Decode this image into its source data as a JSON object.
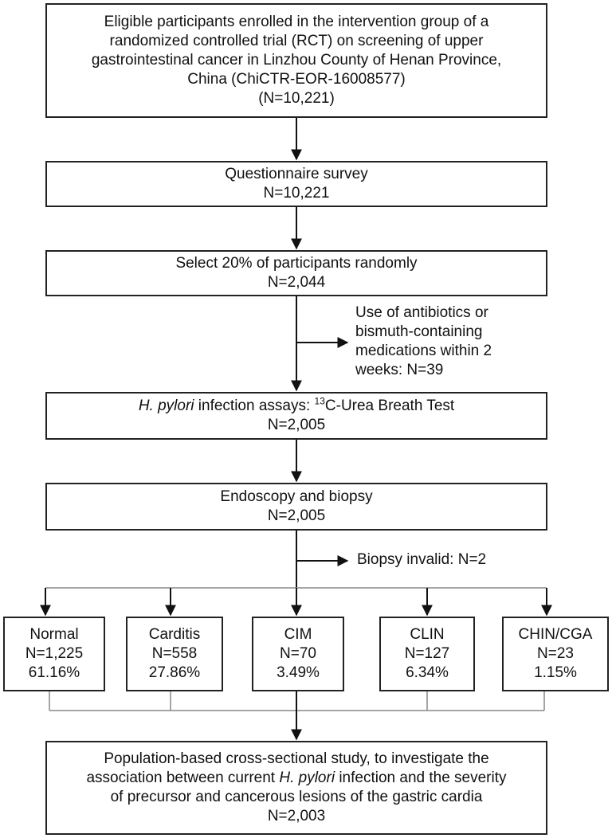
{
  "boxes": {
    "enrolled": {
      "lines": [
        "Eligible participants enrolled in the intervention group of a",
        "randomized controlled trial (RCT) on screening of upper",
        "gastrointestinal cancer in Linzhou County of Henan Province,",
        "China (ChiCTR-EOR-16008577)",
        "(N=10,221)"
      ]
    },
    "questionnaire": {
      "title": "Questionnaire survey",
      "n": "N=10,221"
    },
    "select": {
      "title": "Select 20% of participants randomly",
      "n": "N=2,044"
    },
    "hpylori": {
      "italic": "H. pylori",
      "middle": " infection assays: ",
      "sup": "13",
      "rest": "C-Urea Breath Test",
      "n": "N=2,005"
    },
    "endoscopy": {
      "title": "Endoscopy and biopsy",
      "n": "N=2,005"
    },
    "final": {
      "line1": "Population-based cross-sectional study, to investigate the",
      "line2_pre": "association between current ",
      "line2_italic": "H. pylori",
      "line2_post": " infection and the severity",
      "line3": "of precursor and cancerous lesions of the gastric cardia",
      "n": "N=2,003"
    }
  },
  "exclusions": {
    "antibiotics": {
      "lines": [
        "Use of antibiotics or",
        "bismuth-containing",
        "medications within 2",
        "weeks: N=39"
      ]
    },
    "biopsy": {
      "text": "Biopsy invalid: N=2"
    }
  },
  "categories": [
    {
      "name": "Normal",
      "n": "N=1,225",
      "pct": "61.16%"
    },
    {
      "name": "Carditis",
      "n": "N=558",
      "pct": "27.86%"
    },
    {
      "name": "CIM",
      "n": "N=70",
      "pct": "3.49%"
    },
    {
      "name": "CLIN",
      "n": "N=127",
      "pct": "6.34%"
    },
    {
      "name": "CHIN/CGA",
      "n": "N=23",
      "pct": "1.15%"
    }
  ]
}
